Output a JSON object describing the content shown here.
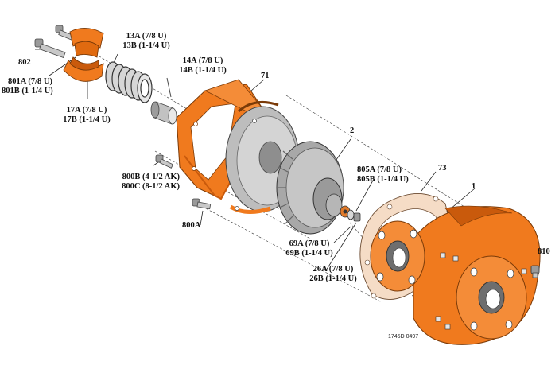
{
  "colors": {
    "casing_orange": "#f07a1e",
    "casing_dark": "#c95a0c",
    "gray_part": "#b9b9b9",
    "gray_dark": "#7d7d7d",
    "gasket_tan": "#f5dcc6",
    "label_text": "#111111"
  },
  "labels": {
    "p802": "802",
    "p801": [
      "801A (7/8 U)",
      "801B (1-1/4 U)"
    ],
    "p17": [
      "17A (7/8 U)",
      "17B (1-1/4 U)"
    ],
    "p13": [
      "13A (7/8 U)",
      "13B (1-1/4 U)"
    ],
    "p14": [
      "14A (7/8 U)",
      "14B (1-1/4 U)"
    ],
    "p71": "71",
    "p800bc": [
      "800B (4-1/2 AK)",
      "800C (8-1/2 AK)"
    ],
    "p800a": "800A",
    "p2": "2",
    "p805": [
      "805A (7/8 U)",
      "805B (1-1/4 U)"
    ],
    "p73": "73",
    "p1": "1",
    "p69": [
      "69A (7/8 U)",
      "69B (1-1/4 U)"
    ],
    "p26": [
      "26A (7/8 U)",
      "26B (1-1/4 U)"
    ],
    "p810": "810"
  },
  "drawing_number": "1745D 0497"
}
